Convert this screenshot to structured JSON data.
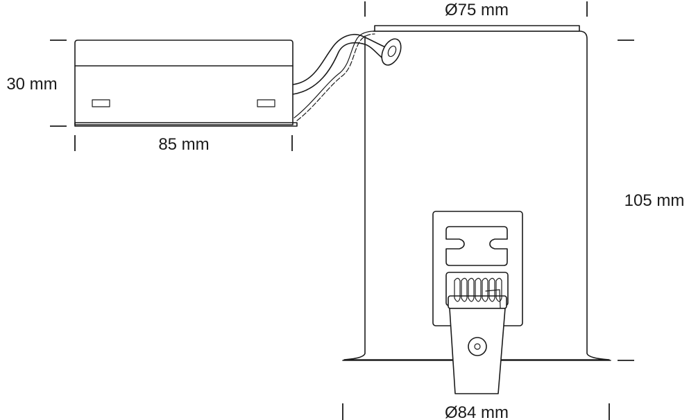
{
  "dimensions": {
    "driver_height": "30 mm",
    "driver_length": "85 mm",
    "top_diameter": "Ø75 mm",
    "fixture_height": "105 mm",
    "bottom_diameter": "Ø84 mm"
  },
  "colors": {
    "line": "#1a1a1a",
    "background": "#ffffff"
  }
}
